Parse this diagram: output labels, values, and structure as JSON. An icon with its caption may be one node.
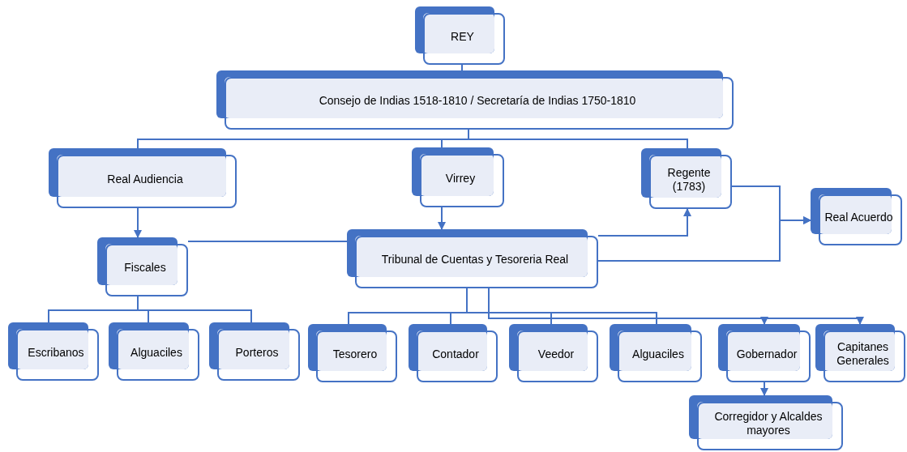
{
  "diagram": {
    "nodes": [
      {
        "text": [
          "REY"
        ]
      },
      {
        "text": [
          "Consejo de Indias 1518-1810 / Secretaría de Indias 1750-1810"
        ]
      },
      {
        "text": [
          "Real Audiencia"
        ]
      },
      {
        "text": [
          "Virrey"
        ]
      },
      {
        "text": [
          "Regente (1783)"
        ]
      },
      {
        "text": [
          "Real Acuerdo"
        ]
      },
      {
        "text": [
          "Fiscales"
        ]
      },
      {
        "text": [
          "Tribunal de Cuentas y Tesoreria Real"
        ]
      },
      {
        "text": [
          "Escribanos"
        ]
      },
      {
        "text": [
          "Alguaciles"
        ]
      },
      {
        "text": [
          "Porteros"
        ]
      },
      {
        "text": [
          "Tesorero"
        ]
      },
      {
        "text": [
          "Contador"
        ]
      },
      {
        "text": [
          "Veedor"
        ]
      },
      {
        "text": [
          "Alguaciles"
        ]
      },
      {
        "text": [
          "Gobernador"
        ]
      },
      {
        "text": [
          "Capitanes Generales"
        ]
      },
      {
        "text": [
          "Corregidor y Alcaldes mayores"
        ]
      }
    ],
    "edges": [
      {
        "from": 0,
        "to": 1,
        "arrow": "none"
      },
      {
        "from": 1,
        "to": 2,
        "arrow": "none"
      },
      {
        "from": 1,
        "to": 3,
        "arrow": "none"
      },
      {
        "from": 1,
        "to": 4,
        "arrow": "none"
      },
      {
        "from": 2,
        "to": 6,
        "arrow": "to"
      },
      {
        "from": 3,
        "to": 7,
        "arrow": "to"
      },
      {
        "from": 6,
        "to": 7,
        "arrow": "none"
      },
      {
        "from": 7,
        "to": 4,
        "arrow": "to"
      },
      {
        "from": 4,
        "to": 5,
        "arrow": "to"
      },
      {
        "from": 7,
        "to": 5,
        "arrow": "to"
      },
      {
        "from": 6,
        "to": 8,
        "arrow": "none"
      },
      {
        "from": 6,
        "to": 9,
        "arrow": "none"
      },
      {
        "from": 6,
        "to": 10,
        "arrow": "none"
      },
      {
        "from": 7,
        "to": 11,
        "arrow": "none"
      },
      {
        "from": 7,
        "to": 12,
        "arrow": "none"
      },
      {
        "from": 7,
        "to": 13,
        "arrow": "none"
      },
      {
        "from": 7,
        "to": 14,
        "arrow": "none"
      },
      {
        "from": 7,
        "to": 15,
        "arrow": "to"
      },
      {
        "from": 7,
        "to": 16,
        "arrow": "to"
      },
      {
        "from": 15,
        "to": 17,
        "arrow": "to"
      }
    ]
  }
}
